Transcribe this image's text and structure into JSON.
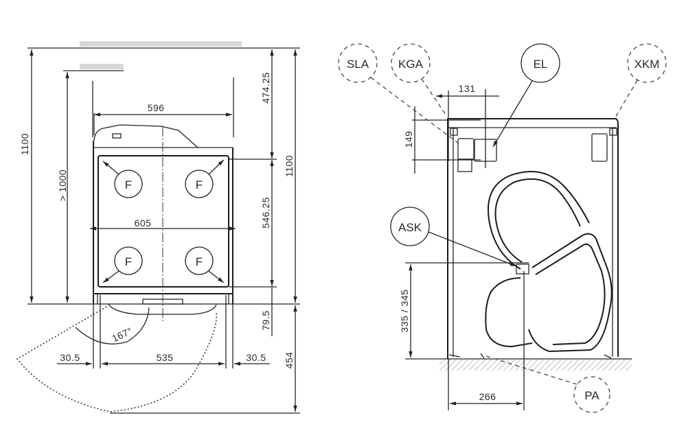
{
  "front_view": {
    "height_total_left": "1100",
    "min_ceiling": "> 1000",
    "width_top": "596",
    "width_body": "605",
    "dim_upper": "474.25",
    "dim_middle": "546.25",
    "height_total_right": "1100",
    "dim_door_offset": "79.5",
    "dim_door_swing": "454",
    "door_angle": "167°",
    "margin_left": "30.5",
    "inner_width": "535",
    "margin_right": "30.5",
    "fixing_points": [
      "F",
      "F",
      "F",
      "F"
    ]
  },
  "side_view": {
    "callouts": {
      "sla": "SLA",
      "kga": "KGA",
      "el": "EL",
      "xkm": "XKM",
      "ask": "ASK",
      "pa": "PA"
    },
    "dim_width_connection": "131",
    "dim_height_connection": "149",
    "dim_outlet_height": "335 / 345",
    "dim_outlet_distance": "266"
  }
}
